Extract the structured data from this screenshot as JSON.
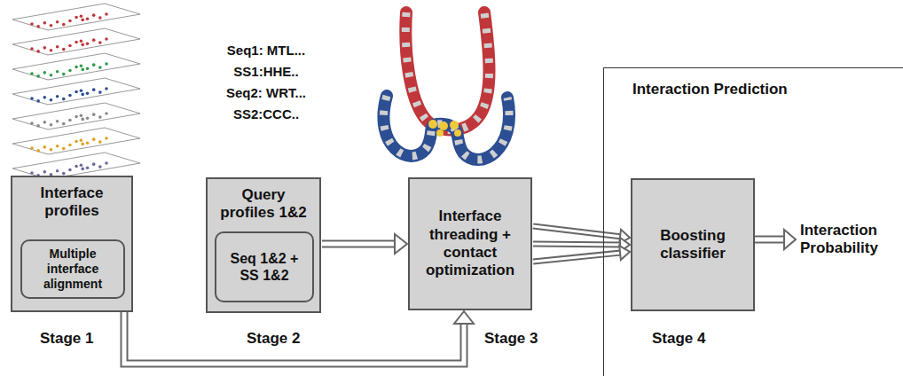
{
  "diagram": {
    "nodes": [
      {
        "text": [
          "Interface profiles"
        ]
      },
      {
        "text": [
          "Multiple interface alignment"
        ],
        "in": 0
      },
      {
        "text": [
          "Query profiles 1&2"
        ]
      },
      {
        "text": [
          "Seq 1&2 + SS 1&2"
        ],
        "in": 2
      },
      {
        "text": [
          "Interface threading + contact optimization"
        ]
      },
      {
        "text": [
          "Interaction Prediction"
        ]
      },
      {
        "text": [
          "Boosting classifier"
        ],
        "in": 5
      }
    ],
    "edges": [
      {
        "from": 0,
        "to": 4,
        "arrow": "to"
      },
      {
        "from": 2,
        "to": 4,
        "arrow": "to"
      },
      {
        "from": 4,
        "to": 6,
        "arrow": "to"
      }
    ],
    "labels": [
      "Seq1: MTL...",
      "SS1:HHE..",
      "Seq2: WRT...",
      "SS2:CCC..",
      "Interaction Probability",
      "Stage 1",
      "Stage 2",
      "Stage 3",
      "Stage 4"
    ]
  }
}
